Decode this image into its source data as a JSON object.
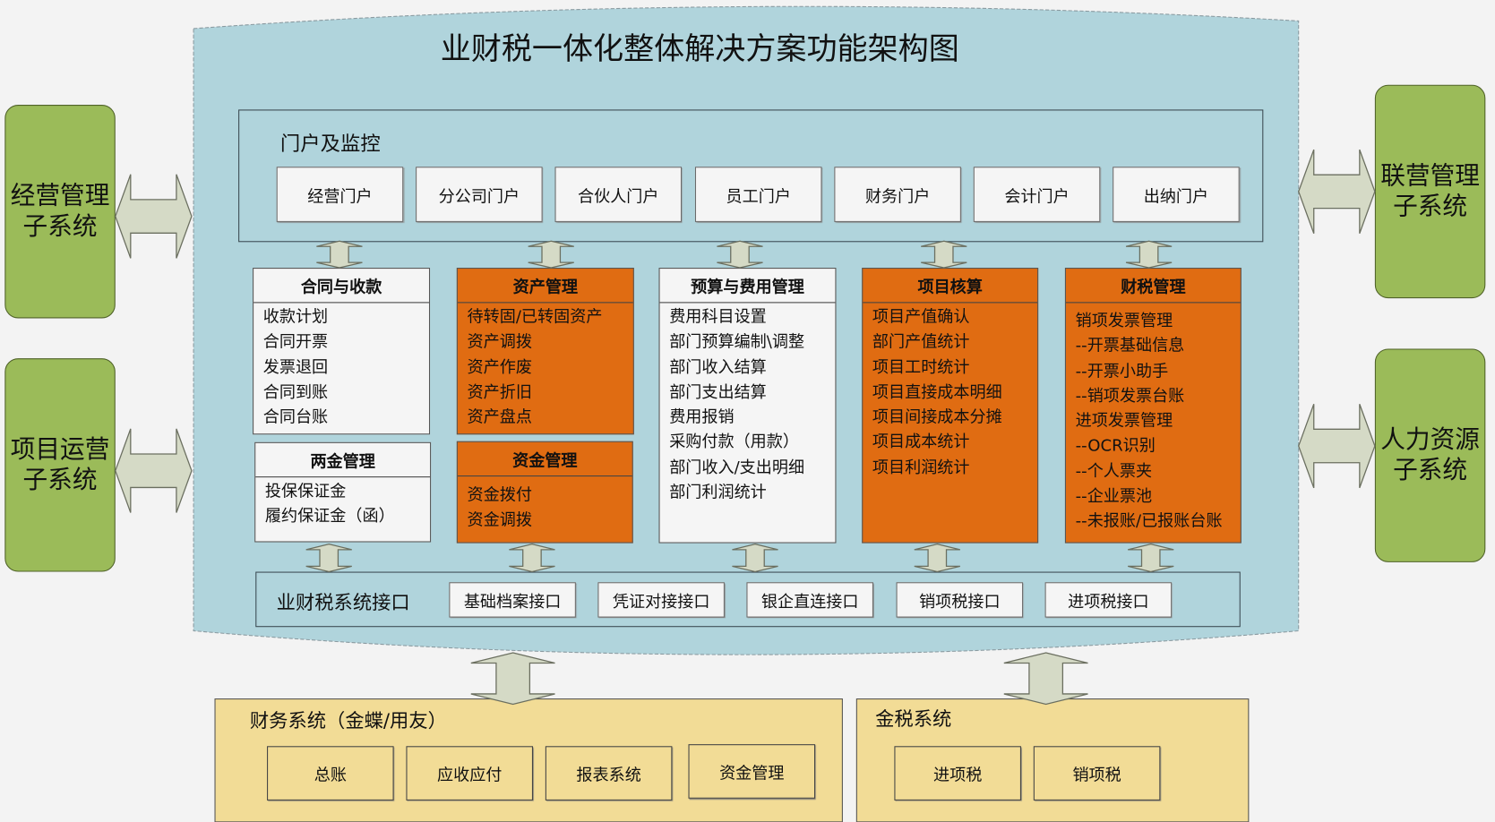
{
  "title": "业财税一体化整体解决方案功能架构图",
  "side_systems": {
    "left": [
      "经营管理\n子系统",
      "项目运营\n子系统"
    ],
    "right": [
      "联营管理\n子系统",
      "人力资源\n子系统"
    ]
  },
  "portal": {
    "label": "门户及监控",
    "buttons": [
      "经营门户",
      "分公司门户",
      "合伙人门户",
      "员工门户",
      "财务门户",
      "会计门户",
      "出纳门户"
    ]
  },
  "modules": [
    {
      "title": "合同与收款",
      "style": "white",
      "items": [
        "收款计划",
        "合同开票",
        "发票退回",
        "合同到账",
        "合同台账"
      ]
    },
    {
      "title": "资产管理",
      "style": "orange",
      "items": [
        "待转固/已转固资产",
        "资产调拨",
        "资产作废",
        "资产折旧",
        "资产盘点"
      ]
    },
    {
      "title": "预算与费用管理",
      "style": "white",
      "items": [
        "费用科目设置",
        "部门预算编制\\调整",
        "部门收入结算",
        "部门支出结算",
        "费用报销",
        "采购付款（用款）",
        "部门收入/支出明细",
        "部门利润统计"
      ]
    },
    {
      "title": "项目核算",
      "style": "orange",
      "items": [
        "项目产值确认",
        "部门产值统计",
        "项目工时统计",
        "项目直接成本明细",
        "项目间接成本分摊",
        "项目成本统计",
        "项目利润统计"
      ]
    },
    {
      "title": "财税管理",
      "style": "orange",
      "items": [
        "销项发票管理",
        "--开票基础信息",
        "--开票小助手",
        "--销项发票台账",
        "进项发票管理",
        "--OCR识别",
        "--个人票夹",
        "--企业票池",
        "--未报账/已报账台账"
      ]
    },
    {
      "title": "两金管理",
      "style": "white",
      "items": [
        "投保保证金",
        "履约保证金（函）"
      ]
    },
    {
      "title": "资金管理",
      "style": "orange",
      "items": [
        "资金拨付",
        "资金调拨"
      ]
    }
  ],
  "interface": {
    "label": "业财税系统接口",
    "buttons": [
      "基础档案接口",
      "凭证对接接口",
      "银企直连接口",
      "销项税接口",
      "进项税接口"
    ]
  },
  "finance": {
    "label": "财务系统（金蝶/用友）",
    "buttons": [
      "总账",
      "应收应付",
      "报表系统",
      "资金管理"
    ]
  },
  "tax": {
    "label": "金税系统",
    "buttons": [
      "进项税",
      "销项税"
    ]
  },
  "colors": {
    "cylinder": "#b0d4dc",
    "green": "#9bbb59",
    "orange": "#e06c12",
    "yellow": "#f2dc96"
  }
}
